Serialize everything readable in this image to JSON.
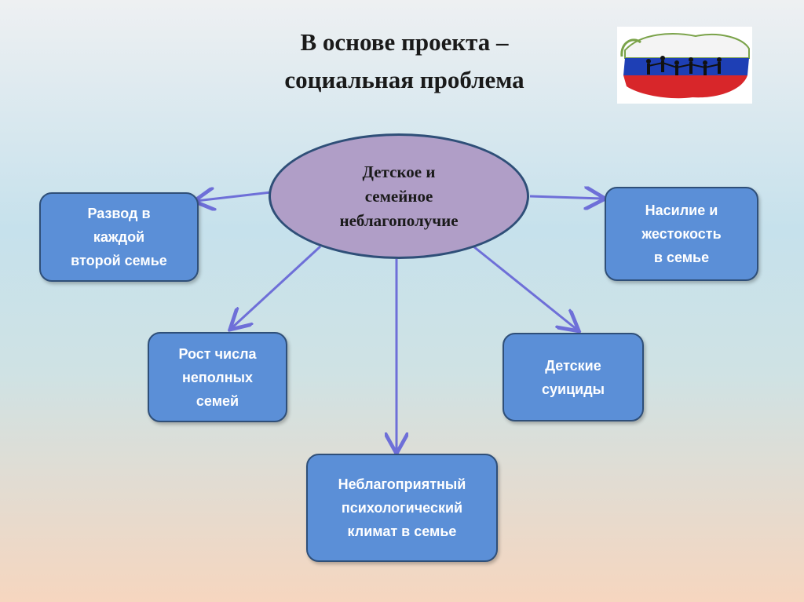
{
  "title": {
    "line1": "В основе проекта –",
    "line2": "социальная проблема"
  },
  "center_node": {
    "line1": "Детское и",
    "line2": "семейное",
    "line3": "неблагополучие"
  },
  "nodes": {
    "divorce": {
      "line1": "Развод в",
      "line2": "каждой",
      "line3": "второй семье"
    },
    "violence": {
      "line1": "Насилие и",
      "line2": "жестокость",
      "line3": "в семье"
    },
    "single_parent": {
      "line1": "Рост числа",
      "line2": "неполных",
      "line3": "семей"
    },
    "suicides": {
      "line1": "Детские",
      "line2": "суициды"
    },
    "climate": {
      "line1": "Неблагоприятный",
      "line2": "психологический",
      "line3": "климат в семье"
    }
  },
  "colors": {
    "box_fill": "#5b8fd7",
    "box_border": "#2f4f78",
    "ellipse_fill": "#b09ec7",
    "arrow": "#6e6fd8"
  }
}
